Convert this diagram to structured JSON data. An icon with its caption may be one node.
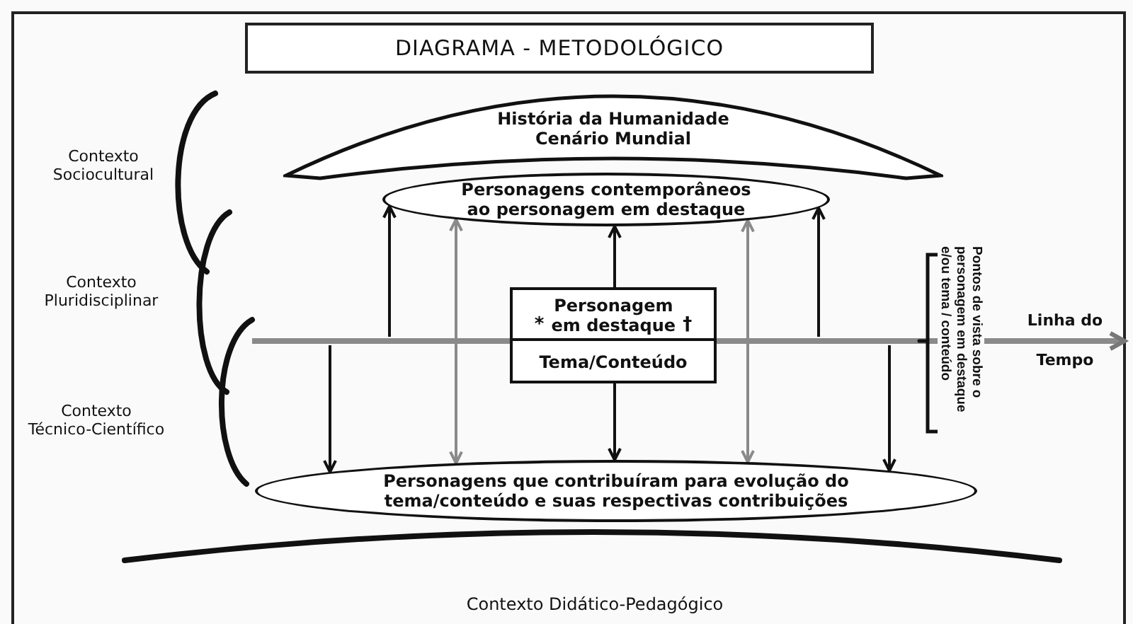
{
  "diagram": {
    "title": "DIAGRAMA - METODOLÓGICO",
    "nodes": [
      {
        "text": [
          "História da Humanidade",
          "Cenário Mundial"
        ]
      },
      {
        "text": [
          "Personagens contemporâneos ao personagem em destaque"
        ]
      },
      {
        "text": [
          "*",
          "Personagem em destaque",
          "†",
          "Tema/Conteúdo"
        ]
      },
      {
        "text": [
          "Personagens que contribuíram para evolução do tema/conteúdo e suas respectivas contribuições"
        ]
      }
    ],
    "edges": [
      {
        "from": null,
        "to": 1,
        "arrow": "to"
      },
      {
        "from": 1,
        "to": 3,
        "arrow": "both",
        "color": "#8a8a8a"
      },
      {
        "from": 2,
        "to": 1,
        "arrow": "to"
      },
      {
        "from": 1,
        "to": 3,
        "arrow": "both",
        "color": "#8a8a8a"
      },
      {
        "from": null,
        "to": 1,
        "arrow": "to"
      },
      {
        "from": null,
        "to": 3,
        "arrow": "to"
      },
      {
        "from": 2,
        "to": 3,
        "arrow": "to"
      },
      {
        "from": null,
        "to": 3,
        "arrow": "to"
      }
    ],
    "labels": [
      "Contexto Sociocultural",
      "Pontos de vista sobre o personagem em destaque e/ou tema / conteúdo",
      "Contexto Pluridisciplinar",
      "Linha do Tempo",
      "Contexto Técnico-Científico",
      "Contexto Didático-Pedagógico"
    ]
  }
}
